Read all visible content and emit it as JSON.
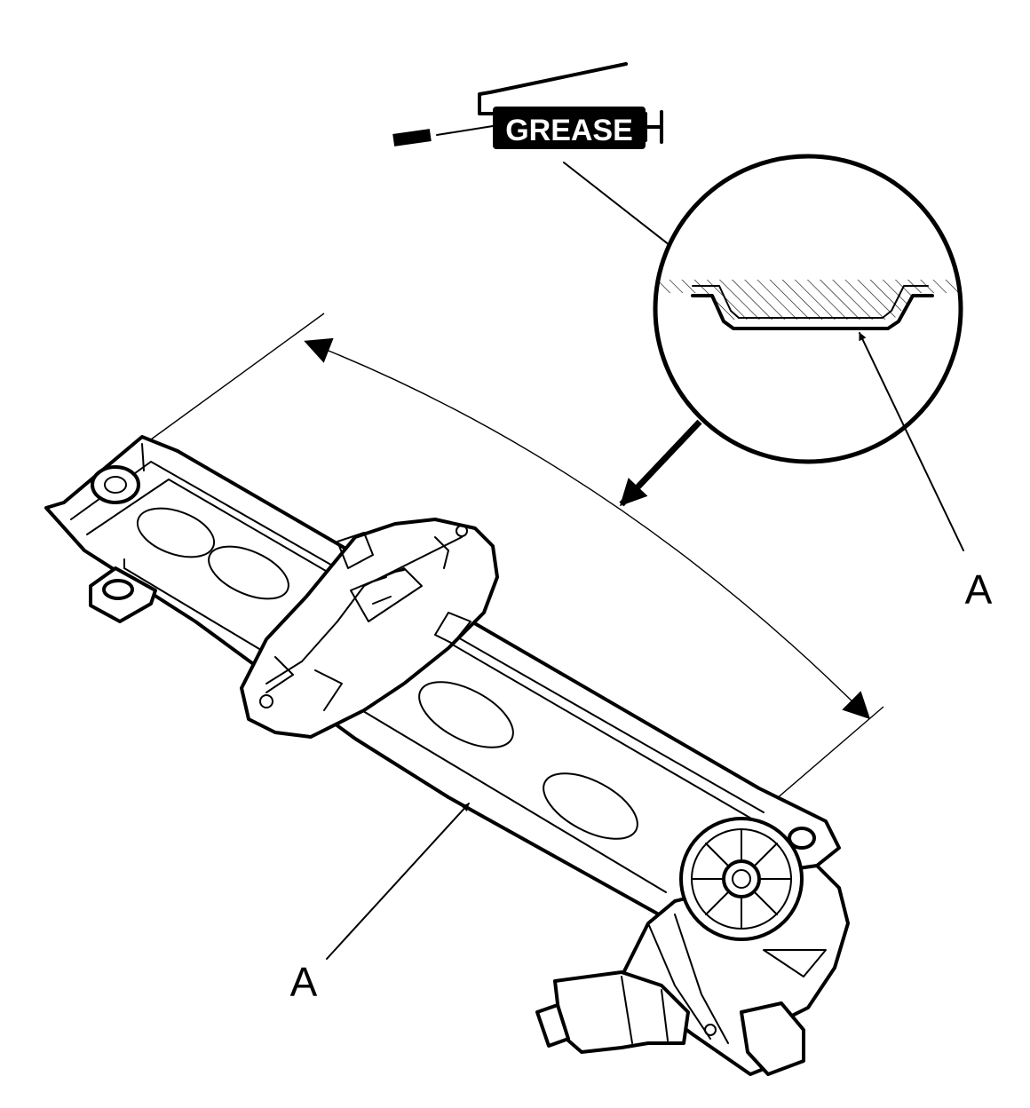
{
  "grease_label": "GREASE",
  "callouts": {
    "detail_label": "A",
    "rail_label": "A"
  }
}
